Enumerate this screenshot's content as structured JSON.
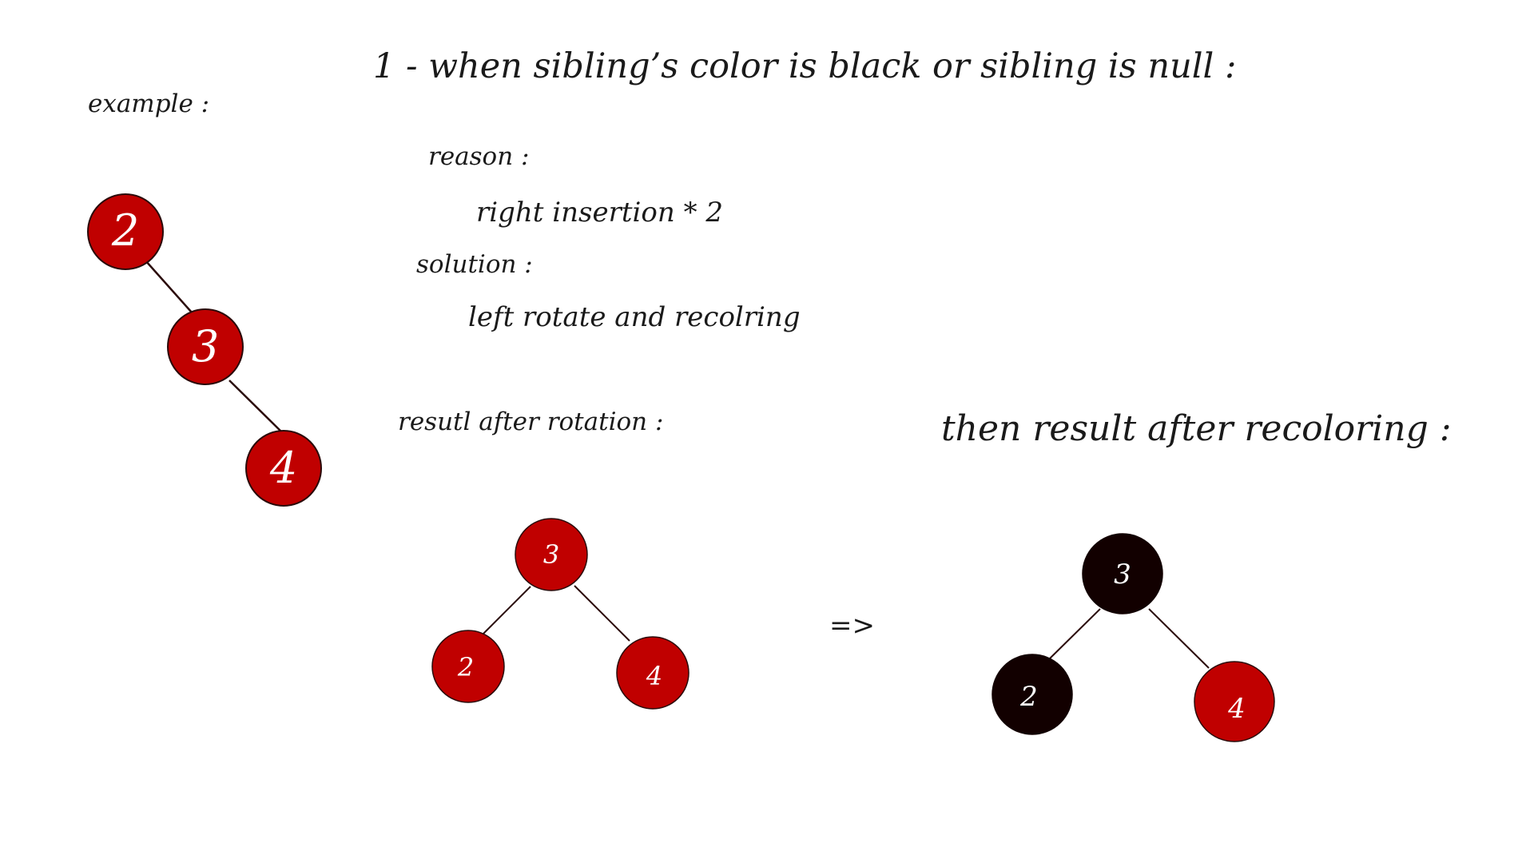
{
  "slide": {
    "title": "1 - when sibling’s color is black or sibling is null :",
    "example_label": "example :",
    "reason_label": "reason :",
    "reason_value": "right insertion * 2",
    "solution_label": "solution :",
    "solution_value": "left rotate  and recolring",
    "rotation_label": "resutl after rotation :",
    "recolor_label": "then result after recoloring :",
    "arrow": "=>"
  },
  "colors": {
    "red_node": "#c00000",
    "black_node": "#120000",
    "edge": "#2a0a0a",
    "node_text": "#ffffff",
    "background": "#ffffff"
  },
  "trees": {
    "example": {
      "nodes": [
        {
          "value": "2",
          "color": "red"
        },
        {
          "value": "3",
          "color": "red"
        },
        {
          "value": "4",
          "color": "red"
        }
      ]
    },
    "after_rotation": {
      "nodes": [
        {
          "value": "3",
          "color": "red"
        },
        {
          "value": "2",
          "color": "red"
        },
        {
          "value": "4",
          "color": "red"
        }
      ]
    },
    "after_recoloring": {
      "nodes": [
        {
          "value": "3",
          "color": "black"
        },
        {
          "value": "2",
          "color": "black"
        },
        {
          "value": "4",
          "color": "red"
        }
      ]
    }
  }
}
